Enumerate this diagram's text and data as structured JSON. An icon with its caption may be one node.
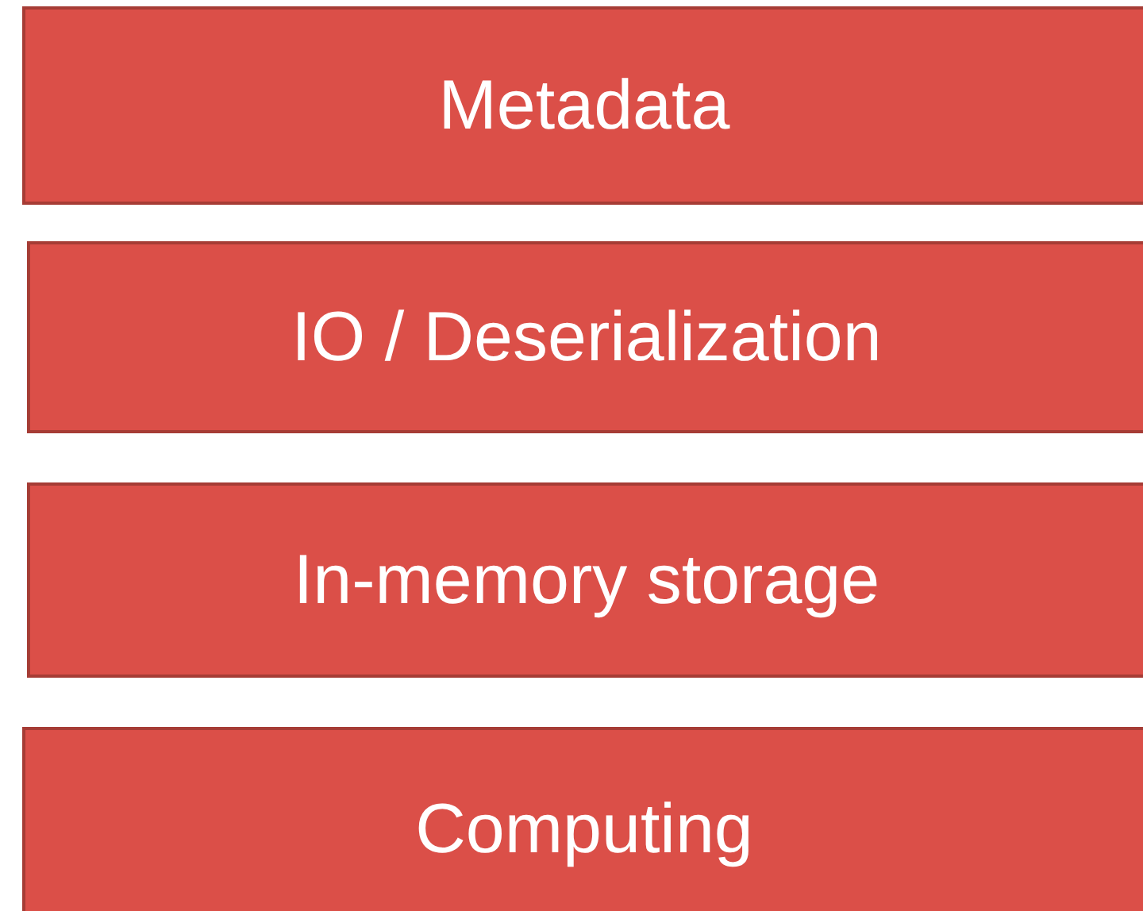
{
  "diagram": {
    "nodes": [
      {
        "text": [
          "Metadata"
        ]
      },
      {
        "text": [
          "IO / Deserialization"
        ]
      },
      {
        "text": [
          "In-memory storage"
        ]
      },
      {
        "text": [
          "Computing"
        ]
      }
    ]
  }
}
